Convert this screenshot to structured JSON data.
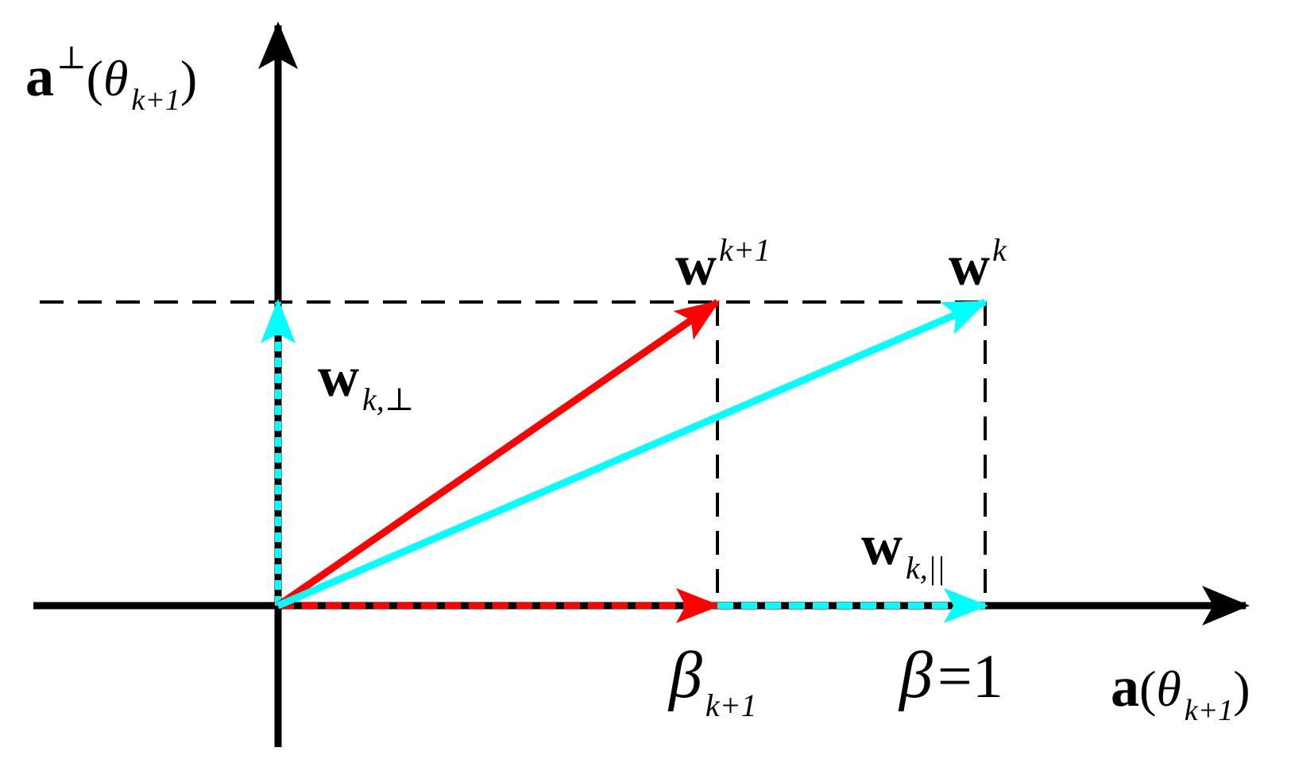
{
  "colors": {
    "axis": "#000000",
    "red_vector": "#ff0000",
    "cyan_vector": "#00ffff",
    "dashed": "#000000"
  },
  "labels": {
    "y_axis": {
      "base": "a",
      "sup": "⊥",
      "open": "(",
      "theta": "θ",
      "sub": "k+1",
      "close": ")"
    },
    "x_axis": {
      "base": "a",
      "open": "(",
      "theta": "θ",
      "sub": "k+1",
      "close": ")"
    },
    "w_k_plus_1": {
      "base": "w",
      "sup": "k+1"
    },
    "w_k": {
      "base": "w",
      "sup": "k"
    },
    "w_k_perp": {
      "base": "w",
      "sub": "k,⊥"
    },
    "w_k_par": {
      "base": "w",
      "sub": "k,||"
    },
    "beta_k_plus_1": {
      "base": "β",
      "sub": "k+1"
    },
    "beta_eq_1": {
      "base": "β",
      "rest": "=1"
    }
  }
}
